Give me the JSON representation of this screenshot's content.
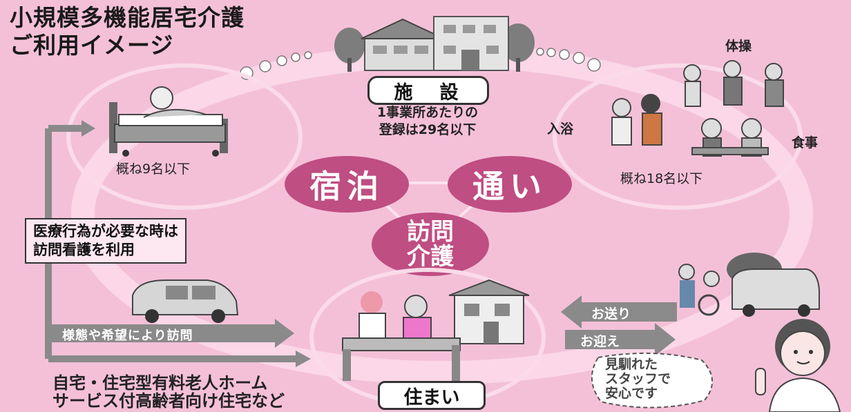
{
  "title": {
    "line1": "小規模多機能居宅介護",
    "line2": "ご利用イメージ"
  },
  "facility": {
    "label": "施　設",
    "note_line1": "1事業所あたりの",
    "note_line2": "登録は29名以下"
  },
  "stay": {
    "label": "宿泊",
    "capacity": "概ね9名以下"
  },
  "day": {
    "label": "通い",
    "capacity": "概ね18名以下",
    "activity_bath": "入浴",
    "activity_exercise": "体操",
    "activity_meal": "食事"
  },
  "visit": {
    "label_line1": "訪問",
    "label_line2": "介護"
  },
  "medical_note": {
    "line1": "医療行為が必要な時は",
    "line2": "訪問看護を利用"
  },
  "visit_arrow": "様態や希望により訪問",
  "home": {
    "label": "住まい",
    "desc_line1": "自宅・住宅型有料老人ホーム",
    "desc_line2": "サービス付高齢者向け住宅など"
  },
  "transport": {
    "send": "お送り",
    "pickup": "お迎え"
  },
  "staff_bubble": {
    "line1": "見馴れた",
    "line2": "スタッフで",
    "line3": "安心です"
  },
  "colors": {
    "background": "#f4c0d8",
    "blob": "#bf4e82",
    "arrow": "#8a8a8a"
  }
}
